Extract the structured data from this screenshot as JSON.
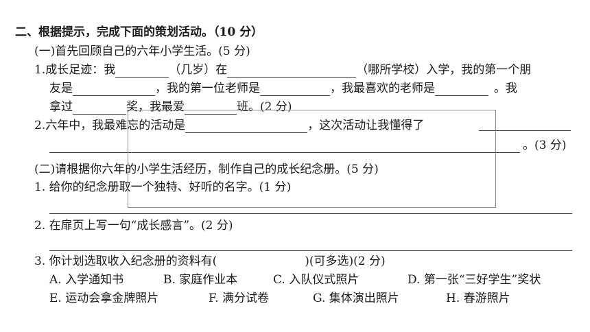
{
  "section_title": "二、根据提示，完成下面的策划活动。（10 分）",
  "part1": {
    "heading": "(一)首先回顾自己的六年小学生活。(5 分)",
    "q1": {
      "num": "1.",
      "a": "成长足迹：我",
      "b": "（几岁）在",
      "c": "（哪所学校）入学，我的第一个朋",
      "d": "友是",
      "e": "，我的第一位老师是",
      "f": "，我最喜欢的老师是",
      "g": "。我",
      "h": "拿过",
      "i": "奖，我最爱",
      "j": "班。(2 分)"
    },
    "q2": {
      "num": "2.",
      "a": "六年中，我最难忘的活动是",
      "b": "，这次活动让我懂得了",
      "end": "。(3 分)"
    }
  },
  "part2": {
    "heading": "(二)请根据你六年的小学生活经历，制作自己的成长纪念册。(5 分)",
    "q1": "1. 给你的纪念册取一个独特、好听的名字。(1 分)",
    "q2": "2. 在扉页上写一句“成长感言”。(2 分)",
    "q3": {
      "a": "3. 你计划选取收入纪念册的资料有(",
      "b": ")(可多选)(2 分)"
    },
    "options_row1": [
      "A. 入学通知书",
      "B. 家庭作业本",
      "C. 入队仪式照片",
      "D. 第一张“三好学生”奖状"
    ],
    "options_row2": [
      "E. 运动会拿金牌照片",
      "F. 满分试卷",
      "G. 集体演出照片",
      "H. 春游照片"
    ]
  }
}
